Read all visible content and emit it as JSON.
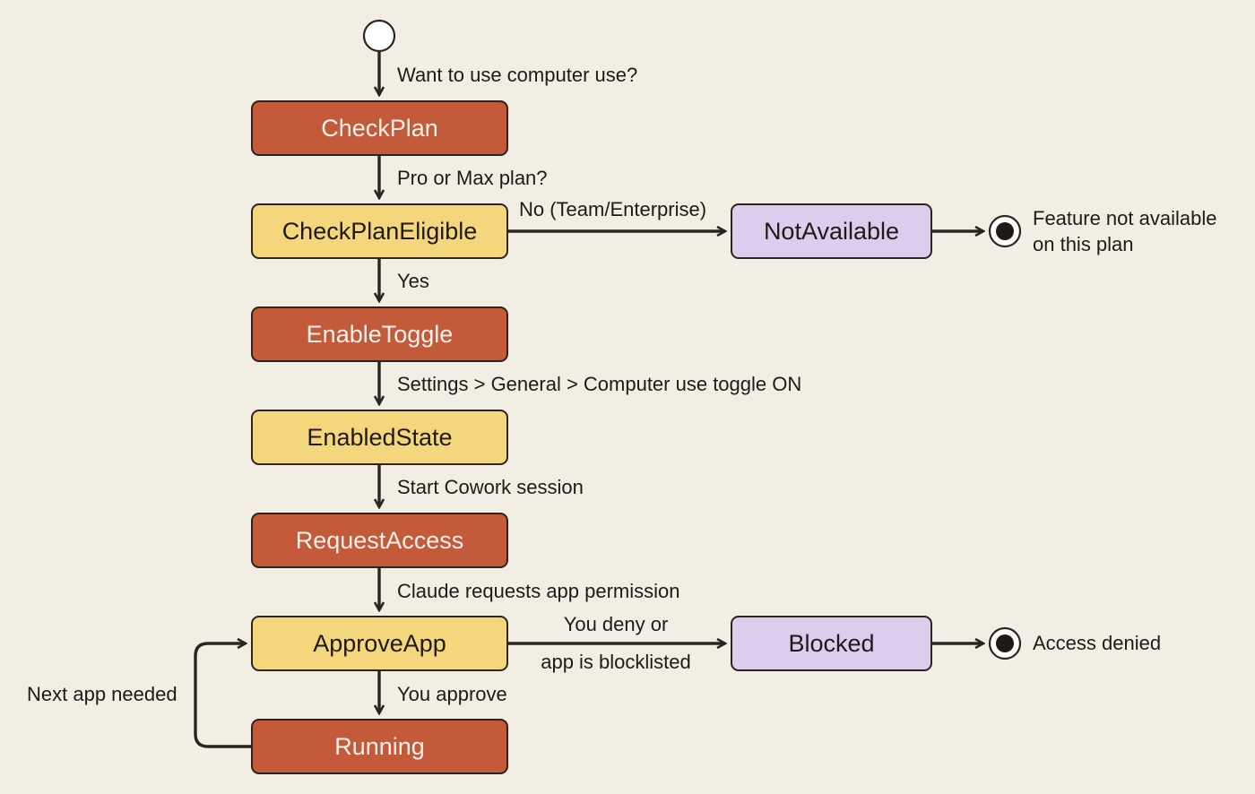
{
  "states": {
    "check_plan": "CheckPlan",
    "check_plan_eligible": "CheckPlanEligible",
    "not_available": "NotAvailable",
    "enable_toggle": "EnableToggle",
    "enabled_state": "EnabledState",
    "request_access": "RequestAccess",
    "approve_app": "ApproveApp",
    "blocked": "Blocked",
    "running": "Running"
  },
  "transitions": {
    "start_to_check_plan": "Want to use computer use?",
    "check_plan_to_eligible": "Pro or Max plan?",
    "eligible_to_not_available": "No (Team/Enterprise)",
    "eligible_to_enable_toggle": "Yes",
    "enable_toggle_to_enabled": "Settings > General > Computer use toggle ON",
    "enabled_to_request": "Start Cowork session",
    "request_to_approve": "Claude requests app permission",
    "approve_to_blocked_line1": "You deny or",
    "approve_to_blocked_line2": "app is blocklisted",
    "approve_to_running": "You approve",
    "running_to_approve": "Next app needed"
  },
  "end_notes": {
    "not_available_line1": "Feature not available",
    "not_available_line2": "on this plan",
    "blocked": "Access denied"
  },
  "colors": {
    "background": "#f2eee3",
    "action_state": "#c35a3a",
    "check_state": "#f4d77d",
    "terminal_state": "#dccdef",
    "line": "#2b2521"
  }
}
